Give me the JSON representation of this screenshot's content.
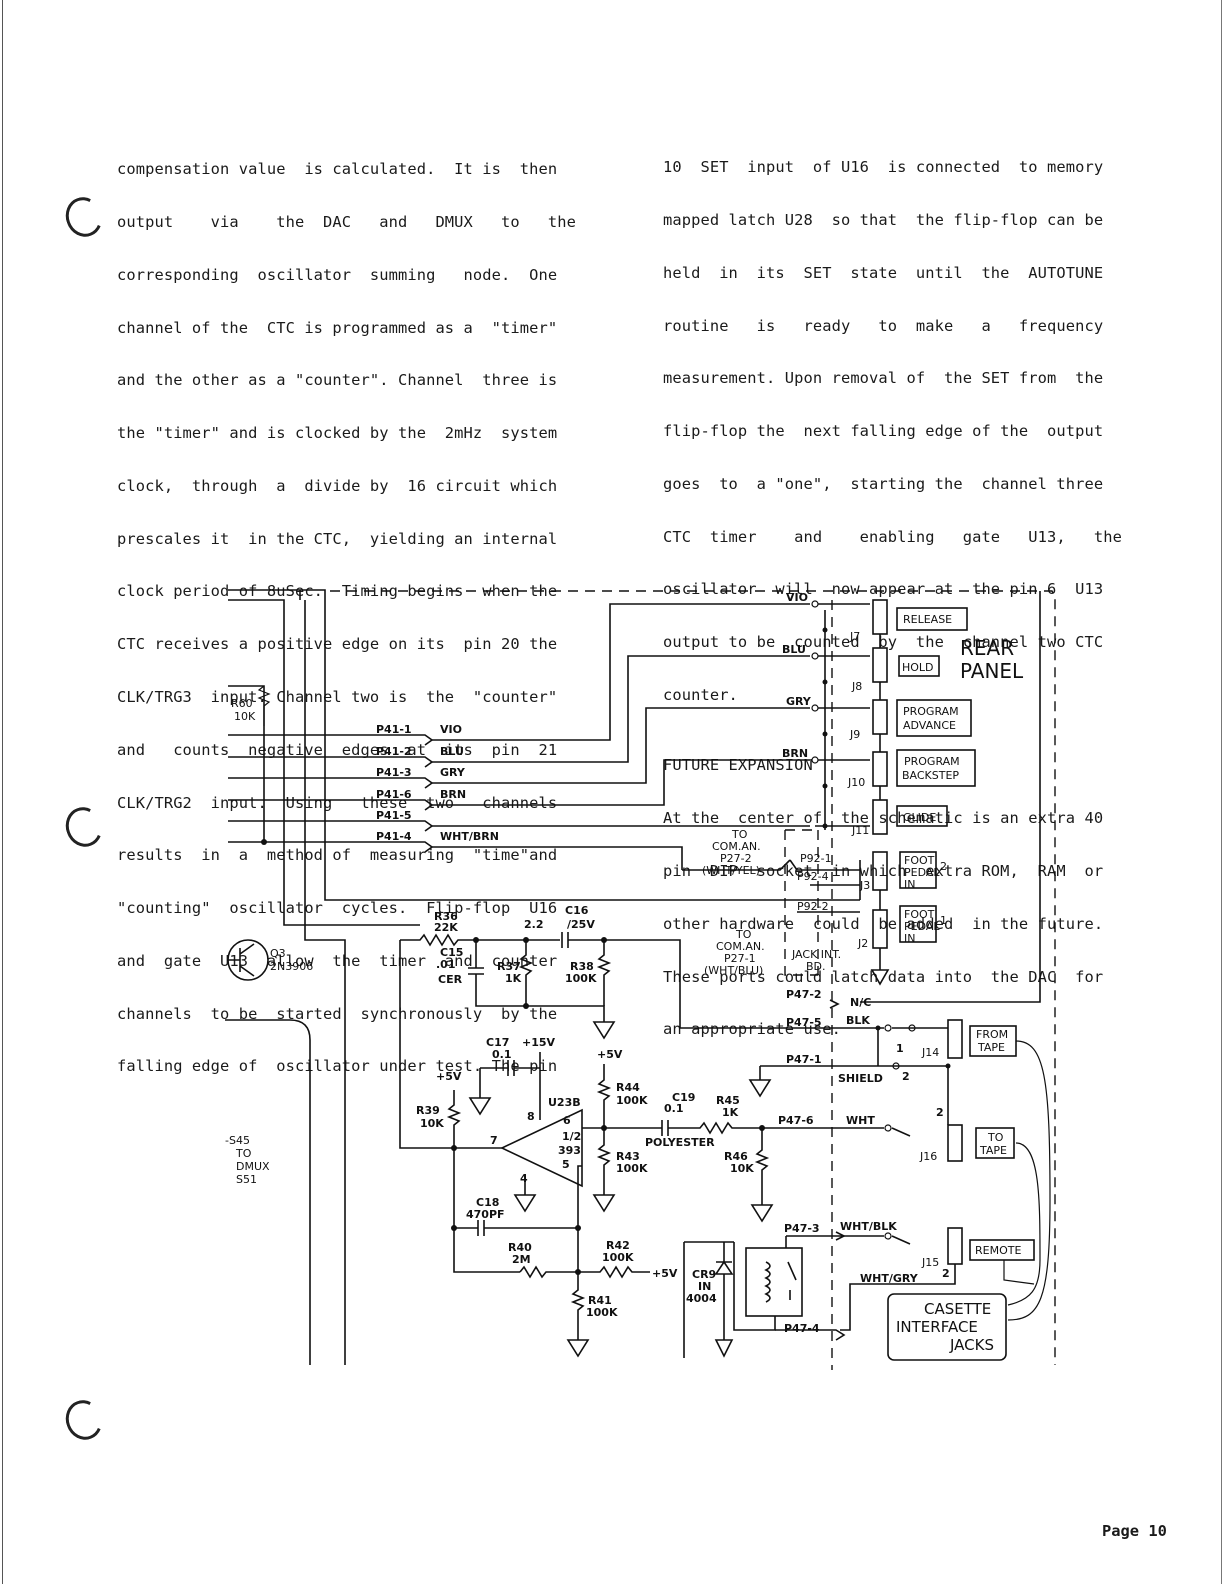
{
  "body_text": {
    "left_column": [
      "compensation value  is calculated.  It is  then",
      "output    via    the  DAC   and   DMUX   to   the",
      "corresponding  oscillator  summing   node.  One",
      "channel of the  CTC is programmed as a  \"timer\"",
      "and the other as a \"counter\". Channel  three is",
      "the \"timer\" and is clocked by the  2mHz  system",
      "clock,  through  a  divide by  16 circuit which",
      "prescales it  in the CTC,  yielding an internal",
      "clock period of 8uSec.  Timing begins  when the",
      "CTC receives a positive edge on its  pin 20 the",
      "CLK/TRG3  input. Channel two is  the  \"counter\"",
      "and   counts  negative  edges  at  its  pin  21",
      "CLK/TRG2  input.  Using   these  two   channels",
      "results  in  a  method of  measuring  \"time\"and",
      "\"counting\"  oscillator  cycles.  Flip-flop  U16",
      "and  gate  U13  allow  the  timer  and  counter",
      "channels  to be  started  synchronously  by the",
      "falling edge of  oscillator under test. The pin"
    ],
    "right_column": [
      "10  SET  input  of U16  is connected  to memory",
      "mapped latch U28  so that  the flip-flop can be",
      "held  in  its  SET  state  until  the  AUTOTUNE",
      "routine   is   ready   to  make   a   frequency",
      "measurement. Upon removal of  the SET from  the",
      "flip-flop the  next falling edge of the  output",
      "goes  to  a \"one\",  starting the  channel three",
      "CTC  timer    and    enabling   gate   U13,   the",
      "oscillator  will  now appear at  the pin 6  U13",
      "output to be  counted  by  the  channel two CTC",
      "counter."
    ],
    "section_heading": "FUTURE EXPANSION",
    "section_text": [
      "At the  center of  the schematic is an extra 40",
      "pin  DIP  socket  in which  extra ROM,  RAM  or",
      "other hardware  could  be added  in the future.",
      "These ports could latch data into  the DAC  for",
      "an appropriate use."
    ]
  },
  "schematic": {
    "panel_title_1": "REAR",
    "panel_title_2": "PANEL",
    "jacks": {
      "j7": "J7",
      "j8": "J8",
      "j9": "J9",
      "j10": "J10",
      "j11": "J11",
      "j3": "J3",
      "j2": "J2",
      "j14": "J14",
      "j16": "J16",
      "j15": "J15"
    },
    "buttons": {
      "release": "RELEASE",
      "hold": "HOLD",
      "program_advance_1": "PROGRAM",
      "program_advance_2": "ADVANCE",
      "program_backstep_1": "PROGRAM",
      "program_backstep_2": "BACKSTEP",
      "glide": "GLIDE",
      "foot_pedal_2_1": "FOOT",
      "foot_pedal_2_2": "PEDAL",
      "foot_pedal_2_3": "IN",
      "foot_pedal_2_num": "2",
      "foot_pedal_1_1": "FOOT",
      "foot_pedal_1_2": "PEDAL",
      "foot_pedal_1_3": "IN",
      "foot_pedal_1_num": "1",
      "from_tape_1": "FROM",
      "from_tape_2": "TAPE",
      "to_tape_1": "TO",
      "to_tape_2": "TAPE",
      "remote": "REMOTE"
    },
    "cassette_label_1": "CASETTE",
    "cassette_label_2": "INTERFACE",
    "cassette_label_3": "JACKS",
    "wire_colors": {
      "vio": "VIO",
      "blu": "BLU",
      "gry": "GRY",
      "brn": "BRN",
      "vio_b": "VIO",
      "blu_b": "BLU",
      "gry_b": "GRY",
      "brn_b": "BRN",
      "wht_brn": "WHT/BRN",
      "blk": "BLK",
      "shield": "SHIELD",
      "wht": "WHT",
      "wht_blk": "WHT/BLK",
      "wht_gry": "WHT/GRY",
      "n_c": "N/C"
    },
    "connectors": {
      "p41_1": "P41-1",
      "p41_2": "P41-2",
      "p41_3": "P41-3",
      "p41_6": "P41-6",
      "p41_5": "P41-5",
      "p41_4": "P41-4",
      "p47_2": "P47-2",
      "p47_5": "P47-5",
      "p47_1": "P47-1",
      "p47_6": "P47-6",
      "p47_3": "P47-3",
      "p47_4": "P47-4",
      "p92_1": "P92-1",
      "p92_4": "P92-4",
      "p92_2": "P92-2"
    },
    "com_an_top_1": "TO",
    "com_an_top_2": "COM.AN.",
    "com_an_top_3": "P27-2",
    "com_an_top_4": "(WHT/YEL)",
    "com_an_bot_1": "TO",
    "com_an_bot_2": "COM.AN.",
    "com_an_bot_3": "P27-1",
    "com_an_bot_4": "(WHT/BLU)",
    "jack_int_1": "JACK INT.",
    "jack_int_2": "BD.",
    "components": {
      "r60": "R60",
      "r60_val": "10K",
      "q3": "Q3",
      "q3_val": "2N3906",
      "r36": "R36",
      "r36_val": "22K",
      "c16": "C16",
      "c16_val": "2.2",
      "c16_rating": "/25V",
      "c15": "C15",
      "c15_val": ".01",
      "c15_type": "CER",
      "r37": "R37",
      "r37_val": "1K",
      "r38": "R38",
      "r38_val": "100K",
      "c17": "C17",
      "c17_val": "0.1",
      "c17_supply": "+15V",
      "u23b": "U23B",
      "r39": "R39",
      "r39_val": "10K",
      "r39_supply": "+5V",
      "opamp_half": "1/2",
      "opamp_393": "393",
      "pin7": "7",
      "pin8": "8",
      "pin6": "6",
      "pin4": "4",
      "pin5": "5",
      "r44_supply": "+5V",
      "r44": "R44",
      "r44_val": "100K",
      "r43": "R43",
      "r43_val": "100K",
      "c19": "C19",
      "c19_val": "0.1",
      "polyester": "POLYESTER",
      "r45": "R45",
      "r45_val": "1K",
      "r46": "R46",
      "r46_val": "10K",
      "c18": "C18",
      "c18_val": "470PF",
      "r40": "R40",
      "r40_val": "2M",
      "r42": "R42",
      "r42_val": "100K",
      "r42_supply": "+5V",
      "r41": "R41",
      "r41_val": "100K",
      "cr9": "CR9",
      "cr9_in": "IN",
      "cr9_val": "4004"
    },
    "dmux_1": "-S45",
    "dmux_2": "TO",
    "dmux_3": "DMUX",
    "dmux_4": "S51",
    "shield_pin1": "1",
    "shield_pin2": "2",
    "j16_pin": "2",
    "j15_pin": "2"
  },
  "page_number": "Page 10"
}
